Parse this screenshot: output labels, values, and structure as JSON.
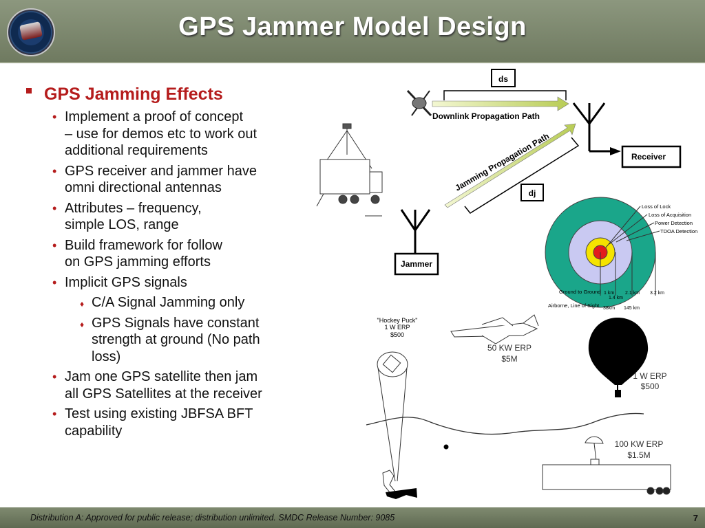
{
  "header": {
    "title": "GPS Jammer Model Design"
  },
  "content": {
    "heading": "GPS Jamming Effects",
    "bullets": [
      "Implement a proof of concept",
      "– use for demos etc to work out",
      "additional requirements",
      "GPS receiver and jammer have",
      "omni directional antennas",
      "Attributes – frequency,",
      "simple LOS, range",
      "Build framework for follow",
      "on GPS jamming efforts",
      "Implicit GPS signals",
      "Jam one GPS satellite then jam",
      "all GPS Satellites at the receiver",
      "Test using existing JBFSA BFT",
      "capability"
    ],
    "sub_bullets": [
      "C/A Signal Jamming only",
      "GPS Signals have constant",
      "strength at ground (No path",
      "loss)"
    ]
  },
  "diagram": {
    "ds": "ds",
    "dj": "dj",
    "downlink": "Downlink Propagation Path",
    "jamming_path": "Jamming Propagation Path",
    "receiver": "Receiver",
    "jammer": "Jammer",
    "rings_legend": [
      "Loss of Lock",
      "Loss of Acquisition",
      "Power Detection",
      "TDOA Detection"
    ],
    "ground_label": "Ground to Ground",
    "air_label": "Airborne, Line of Sight",
    "ground_ranges": [
      "1 km",
      "2.1 km",
      "3.2 km"
    ],
    "ground_range_mid": "1.4 km",
    "air_ranges": [
      "38km",
      "145 km"
    ],
    "hockey_puck": [
      "\"Hockey Puck\"",
      "1 W ERP",
      "$500"
    ],
    "aircraft": [
      "50 KW ERP",
      "$5M"
    ],
    "balloon": [
      "1 W ERP",
      "$500"
    ],
    "truck": [
      "100 KW ERP",
      "$1.5M"
    ]
  },
  "footer": {
    "distribution": "Distribution A: Approved for public release; distribution unlimited. SMDC Release Number: 9085",
    "page": "7"
  }
}
